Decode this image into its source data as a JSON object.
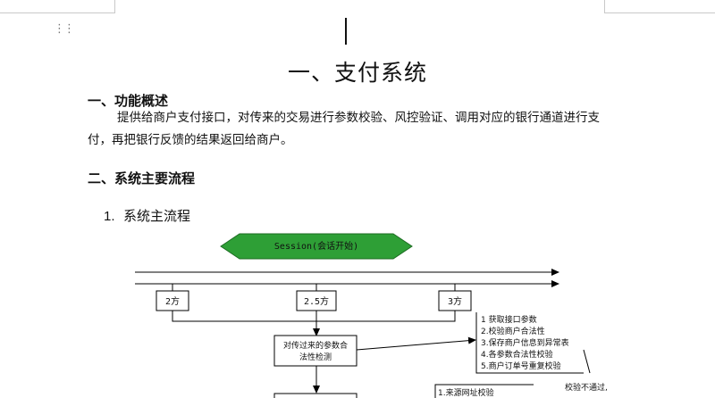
{
  "document": {
    "title": "一、支付系统",
    "sections": [
      {
        "heading": "一、功能概述",
        "paragraph": "提供给商户支付接口，对传来的交易进行参数校验、风控验证、调用对应的银行通道进行支付，再把银行反馈的结果返回给商户。"
      },
      {
        "heading": "二、系统主要流程"
      }
    ],
    "list_item": {
      "number": "1.",
      "text": "系统主流程"
    }
  },
  "flowchart": {
    "start_label": "Session(会话开始)",
    "box_2": "2方",
    "box_2_5": "2.5方",
    "box_3": "3方",
    "check_box": [
      "对传过来的参数合",
      "法性检测"
    ],
    "steps": [
      "1 获取接口参数",
      "2.校验商户合法性",
      "3.保存商户信息到异常表",
      "4.各参数合法性校验",
      "5.商户订单号重复校验"
    ],
    "fail_note": "校验不通过,",
    "source_check": "1.来源网址校验"
  },
  "colors": {
    "start_fill": "#2e9f36",
    "start_border": "#1c6b22"
  }
}
